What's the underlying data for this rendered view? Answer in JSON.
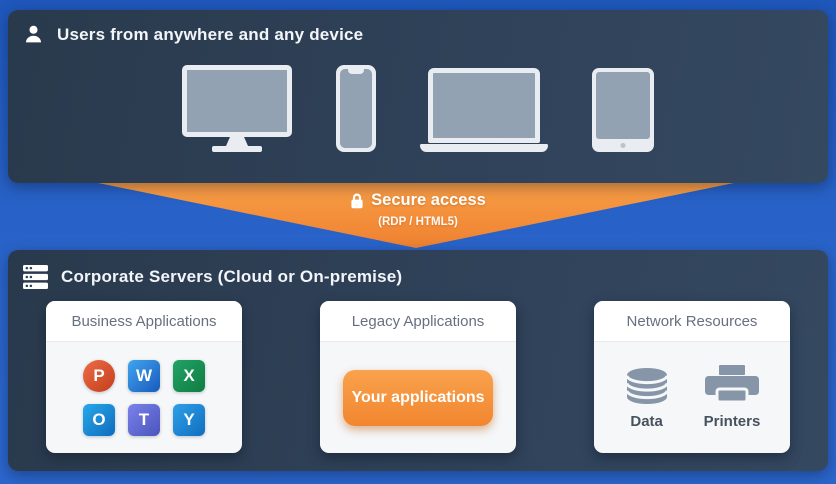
{
  "colors": {
    "background_blue": "#2a64ca",
    "panel_navy": "#2e4155",
    "accent_orange": "#f5923c",
    "button_orange_top": "#f9a24d",
    "button_orange_bottom": "#f2862f",
    "card_body": "#f5f7f9",
    "card_header_text": "#67707f",
    "resource_icon_gray": "#8695a8",
    "resource_label_color": "#47525f",
    "device_frame": "#e9edf2",
    "device_screen": "#92a2b3",
    "powerpoint": "#c43e1c",
    "word": "#185abd",
    "excel": "#107c41",
    "outlook": "#0f6cbd",
    "teams": "#4b53bc",
    "yammer": "#106ebe"
  },
  "top_panel": {
    "title": "Users from anywhere and any device",
    "icon": "user-icon",
    "devices": [
      "monitor",
      "smartphone",
      "laptop",
      "tablet"
    ]
  },
  "secure_access": {
    "icon": "lock-icon",
    "title": "Secure access",
    "subtitle": "(RDP / HTML5)"
  },
  "bottom_panel": {
    "title": "Corporate Servers (Cloud or On-premise)",
    "icon": "server-icon",
    "cards": [
      {
        "title": "Business Applications",
        "apps": [
          {
            "name": "PowerPoint",
            "letter": "P"
          },
          {
            "name": "Word",
            "letter": "W"
          },
          {
            "name": "Excel",
            "letter": "X"
          },
          {
            "name": "Outlook",
            "letter": "O"
          },
          {
            "name": "Teams",
            "letter": "T"
          },
          {
            "name": "Yammer",
            "letter": "Y"
          }
        ]
      },
      {
        "title": "Legacy Applications",
        "button_label": "Your applications"
      },
      {
        "title": "Network Resources",
        "resources": [
          {
            "icon": "database-icon",
            "label": "Data"
          },
          {
            "icon": "printer-icon",
            "label": "Printers"
          }
        ]
      }
    ]
  }
}
